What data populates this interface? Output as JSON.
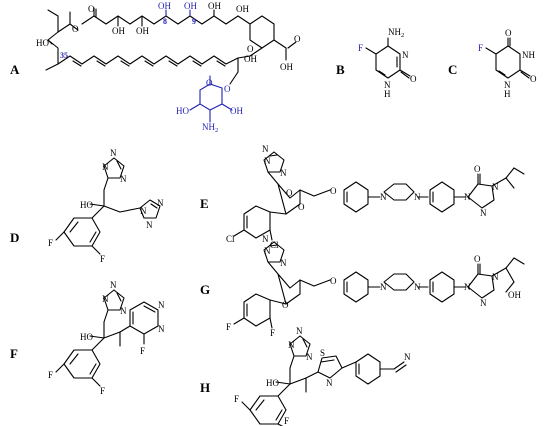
{
  "labels": {
    "A": "A",
    "B": "B",
    "C": "C",
    "D": "D",
    "E": "E",
    "F": "F",
    "G": "G",
    "H": "H"
  },
  "atoms": {
    "O": "O",
    "OH": "OH",
    "HO": "HO",
    "NH2_N": "NH",
    "sub2": "2",
    "N": "N",
    "H": "H",
    "F": "F",
    "Cl": "Cl",
    "Nitrile_N": "N"
  },
  "numbers": {
    "c35": "35",
    "c8": "8",
    "c9": "9"
  },
  "colors": {
    "highlight": "#1f1fb4",
    "ink": "#000000"
  }
}
